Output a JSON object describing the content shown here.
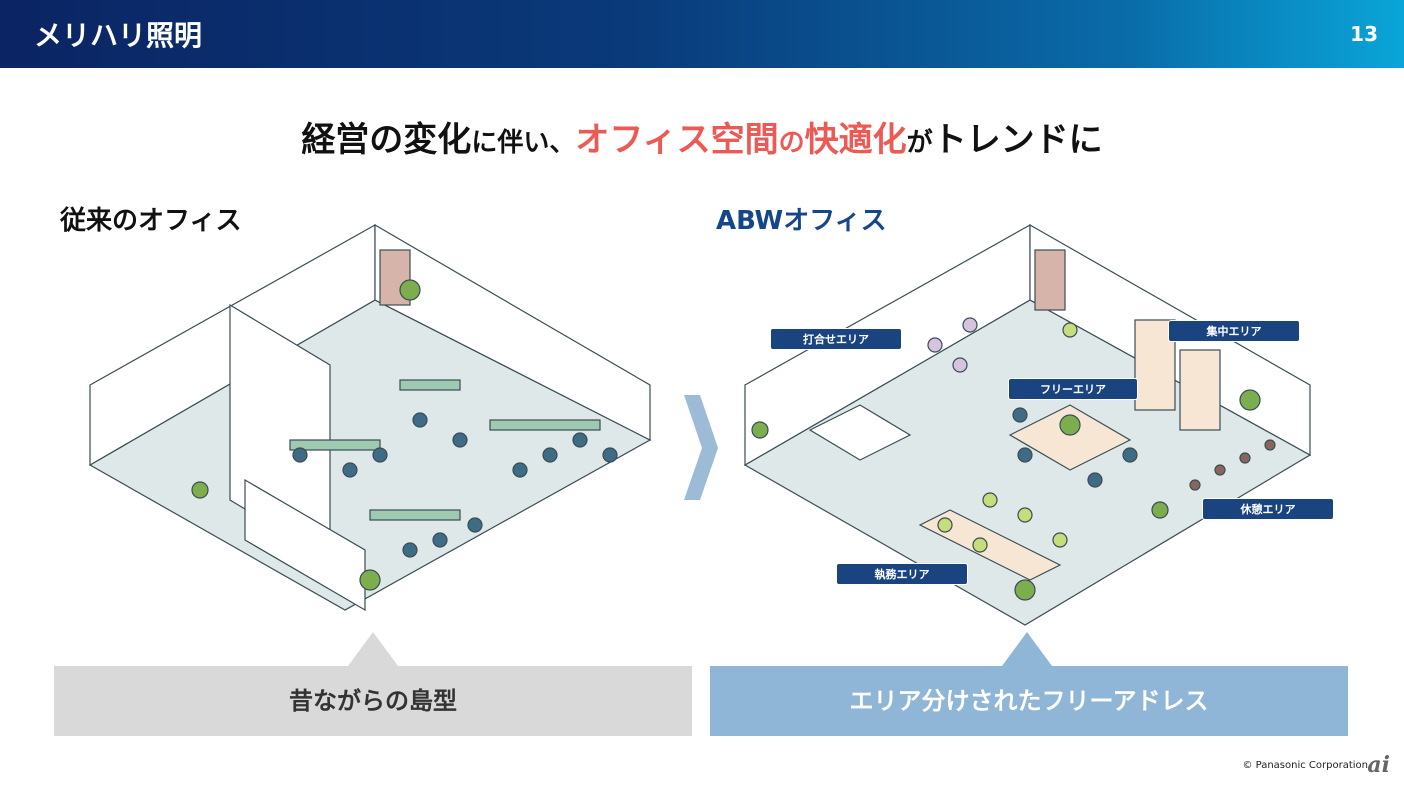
{
  "header": {
    "title": "メリハリ照明",
    "page_number": "13"
  },
  "headline": {
    "part1": "経営の変化",
    "part2": "に伴い、",
    "part3": "オフィス空間",
    "part4": "の",
    "part5": "快適化",
    "part6": "が",
    "part7": "トレンドに"
  },
  "left": {
    "label": "従来のオフィス",
    "caption": "昔ながらの島型"
  },
  "right": {
    "label": "ABWオフィス",
    "caption": "エリア分けされたフリーアドレス",
    "areas": {
      "meeting": "打合せエリア",
      "focus": "集中エリア",
      "free": "フリーエリア",
      "rest": "休憩エリア",
      "work": "執務エリア"
    }
  },
  "footer": {
    "copyright": "© Panasonic Corporation",
    "logo": "ai"
  },
  "colors": {
    "navy": "#0b2463",
    "cyan": "#0aa5d8",
    "red": "#ec5a55",
    "tag": "#1a4480"
  }
}
